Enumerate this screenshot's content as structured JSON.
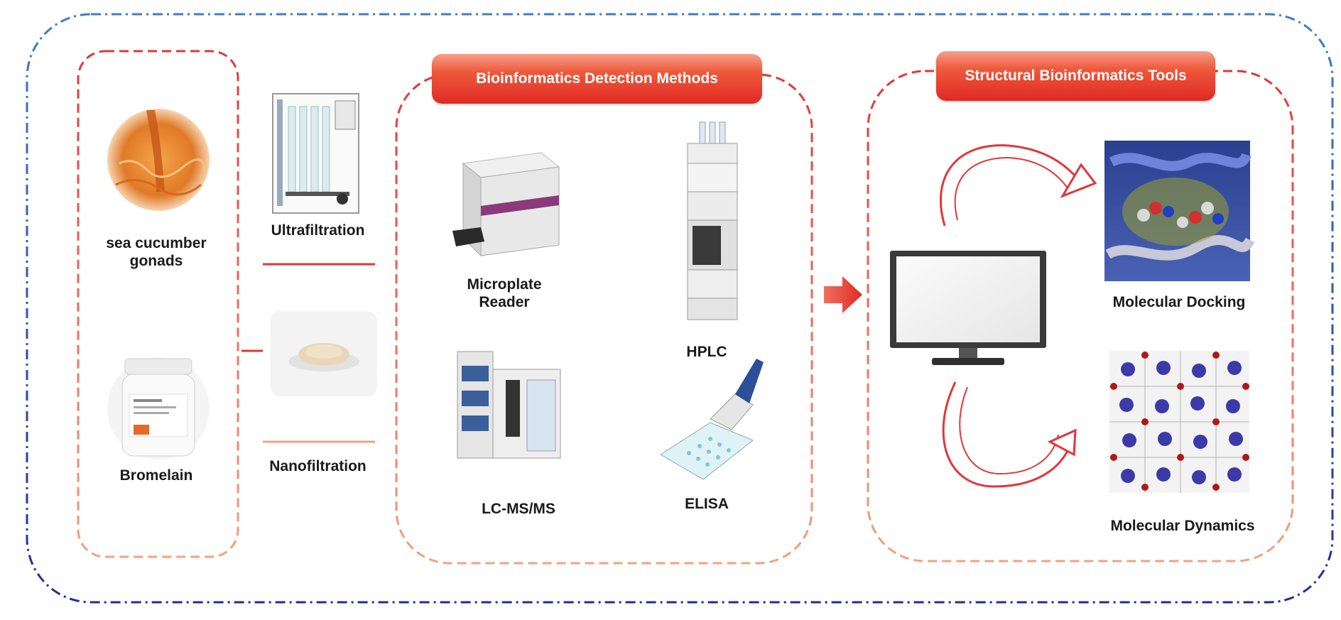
{
  "raw_materials": {
    "sea_cucumber_label": "sea cucumber\ngonads",
    "bromelain_label": "Bromelain"
  },
  "filtration": {
    "ultrafiltration_label": "Ultrafiltration",
    "nanofiltration_label": "Nanofiltration"
  },
  "detection": {
    "title": "Bioinformatics Detection Methods",
    "microplate_label": "Microplate\nReader",
    "hplc_label": "HPLC",
    "lcms_label": "LC-MS/MS",
    "elisa_label": "ELISA"
  },
  "structural": {
    "title": "Structural Bioinformatics Tools",
    "docking_label": "Molecular Docking",
    "dynamics_label": "Molecular Dynamics"
  },
  "colors": {
    "outer_border_top": "#3f7fbf",
    "outer_border_bottom": "#1f2f8f",
    "dashed_red": "#e0373a",
    "dashed_orange": "#f4a27a",
    "banner_red": "#e02a24",
    "arrow_red": "#e0373a"
  }
}
